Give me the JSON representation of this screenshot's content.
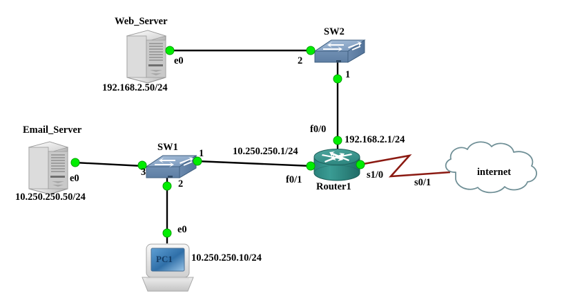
{
  "diagram": {
    "title": "network-topology",
    "background": "#ffffff",
    "colors": {
      "link": "#000000",
      "serial_link": "#8b1a12",
      "connector_dot": "#00ee00",
      "connector_dot_stroke": "#008800",
      "switch_top": "#8fa9c8",
      "switch_body": "#6e8fb3",
      "router_body": "#2e8a84",
      "router_top": "#3f9e96",
      "cloud_stroke": "#6f8f96",
      "server_body": "#d4d4d4",
      "laptop_screen": "#2f6fa8",
      "text": "#000000"
    }
  },
  "nodes": [
    {
      "id": "web_server",
      "type": "server",
      "label": "Web_Server",
      "ip": "192.168.2.50/24"
    },
    {
      "id": "sw2",
      "type": "switch",
      "label": "SW2",
      "ip": ""
    },
    {
      "id": "email_server",
      "type": "server",
      "label": "Email_Server",
      "ip": "10.250.250.50/24"
    },
    {
      "id": "sw1",
      "type": "switch",
      "label": "SW1",
      "ip": ""
    },
    {
      "id": "router1",
      "type": "router",
      "label": "Router1",
      "ip": ""
    },
    {
      "id": "pc1",
      "type": "laptop",
      "label": "PC1",
      "ip": "10.250.250.10/24",
      "screen_text": "PC1"
    },
    {
      "id": "internet",
      "type": "cloud",
      "label": "internet",
      "ip": ""
    }
  ],
  "links": [
    {
      "id": "web-sw2",
      "from": "web_server",
      "to": "sw2",
      "from_if": "e0",
      "to_if": "2",
      "ip_label": "",
      "style": "ethernet"
    },
    {
      "id": "sw2-router",
      "from": "sw2",
      "to": "router1",
      "from_if": "1",
      "to_if": "f0/0",
      "ip_label": "192.168.2.1/24",
      "style": "ethernet"
    },
    {
      "id": "email-sw1",
      "from": "email_server",
      "to": "sw1",
      "from_if": "e0",
      "to_if": "3",
      "ip_label": "",
      "style": "ethernet"
    },
    {
      "id": "sw1-router",
      "from": "sw1",
      "to": "router1",
      "from_if": "1",
      "to_if": "f0/1",
      "ip_label": "10.250.250.1/24",
      "style": "ethernet"
    },
    {
      "id": "sw1-pc1",
      "from": "sw1",
      "to": "pc1",
      "from_if": "2",
      "to_if": "e0",
      "ip_label": "",
      "style": "ethernet"
    },
    {
      "id": "router-net",
      "from": "router1",
      "to": "internet",
      "from_if": "s1/0",
      "to_if": "s0/1",
      "ip_label": "",
      "style": "serial"
    }
  ],
  "labels": {
    "web_server_name": "Web_Server",
    "web_server_ip": "192.168.2.50/24",
    "web_server_if": "e0",
    "sw2_name": "SW2",
    "sw2_port2": "2",
    "sw2_port1": "1",
    "router_f00": "f0/0",
    "router_f00_ip": "192.168.2.1/24",
    "router_f01": "f0/1",
    "router_s10": "s1/0",
    "router_name": "Router1",
    "sw1_name": "SW1",
    "sw1_port3": "3",
    "sw1_port1": "1",
    "sw1_port2": "2",
    "sw1_router_ip": "10.250.250.1/24",
    "email_server_name": "Email_Server",
    "email_server_ip": "10.250.250.50/24",
    "email_server_if": "e0",
    "pc1_if": "e0",
    "pc1_screen": "PC1",
    "pc1_ip": "10.250.250.10/24",
    "internet_name": "internet",
    "internet_if": "s0/1"
  }
}
